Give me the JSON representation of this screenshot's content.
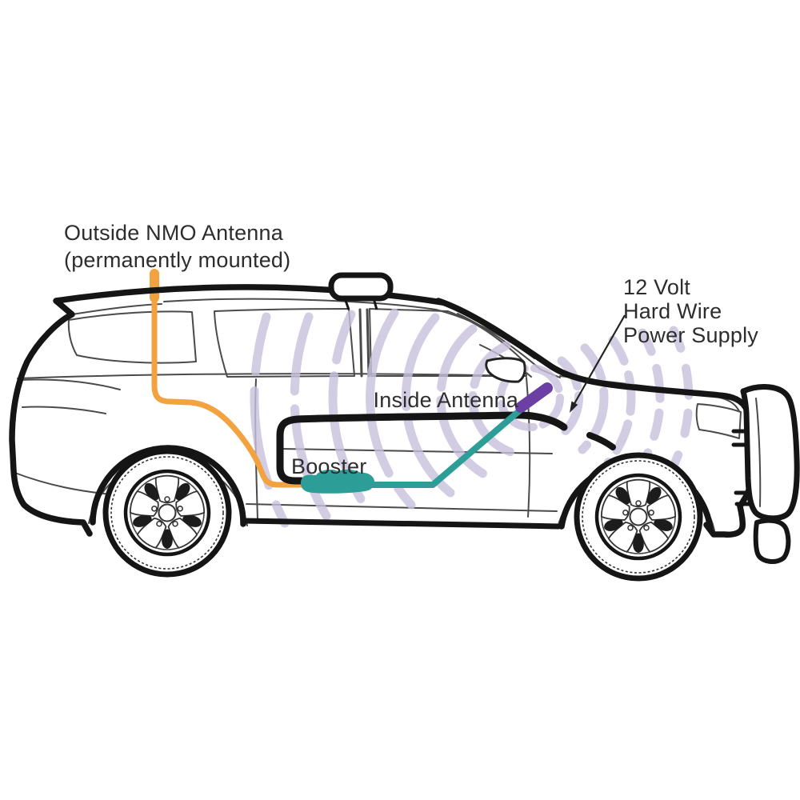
{
  "diagram": {
    "title_implicit": "Vehicle cell signal booster installation diagram",
    "labels": {
      "outside_antenna_line1": "Outside NMO Antenna",
      "outside_antenna_line2": "(permanently mounted)",
      "power_line1": "12 Volt",
      "power_line2": "Hard Wire",
      "power_line3": "Power Supply",
      "inside_antenna": "Inside Antenna",
      "booster": "Booster"
    },
    "icons": {
      "inside_antenna": "purple-capsule-antenna",
      "booster": "teal-booster-module",
      "signal": "concentric-signal-arcs",
      "leader": "arrowhead-pointer"
    },
    "colors": {
      "cable_orange": "#F2A23E",
      "cable_teal": "#2D9E97",
      "antenna_purple": "#6B3FA4",
      "signal_wave": "#C9C1DD",
      "line_black": "#151515",
      "line_gray": "#4a4a4a",
      "text": "#2d2d2d"
    }
  }
}
